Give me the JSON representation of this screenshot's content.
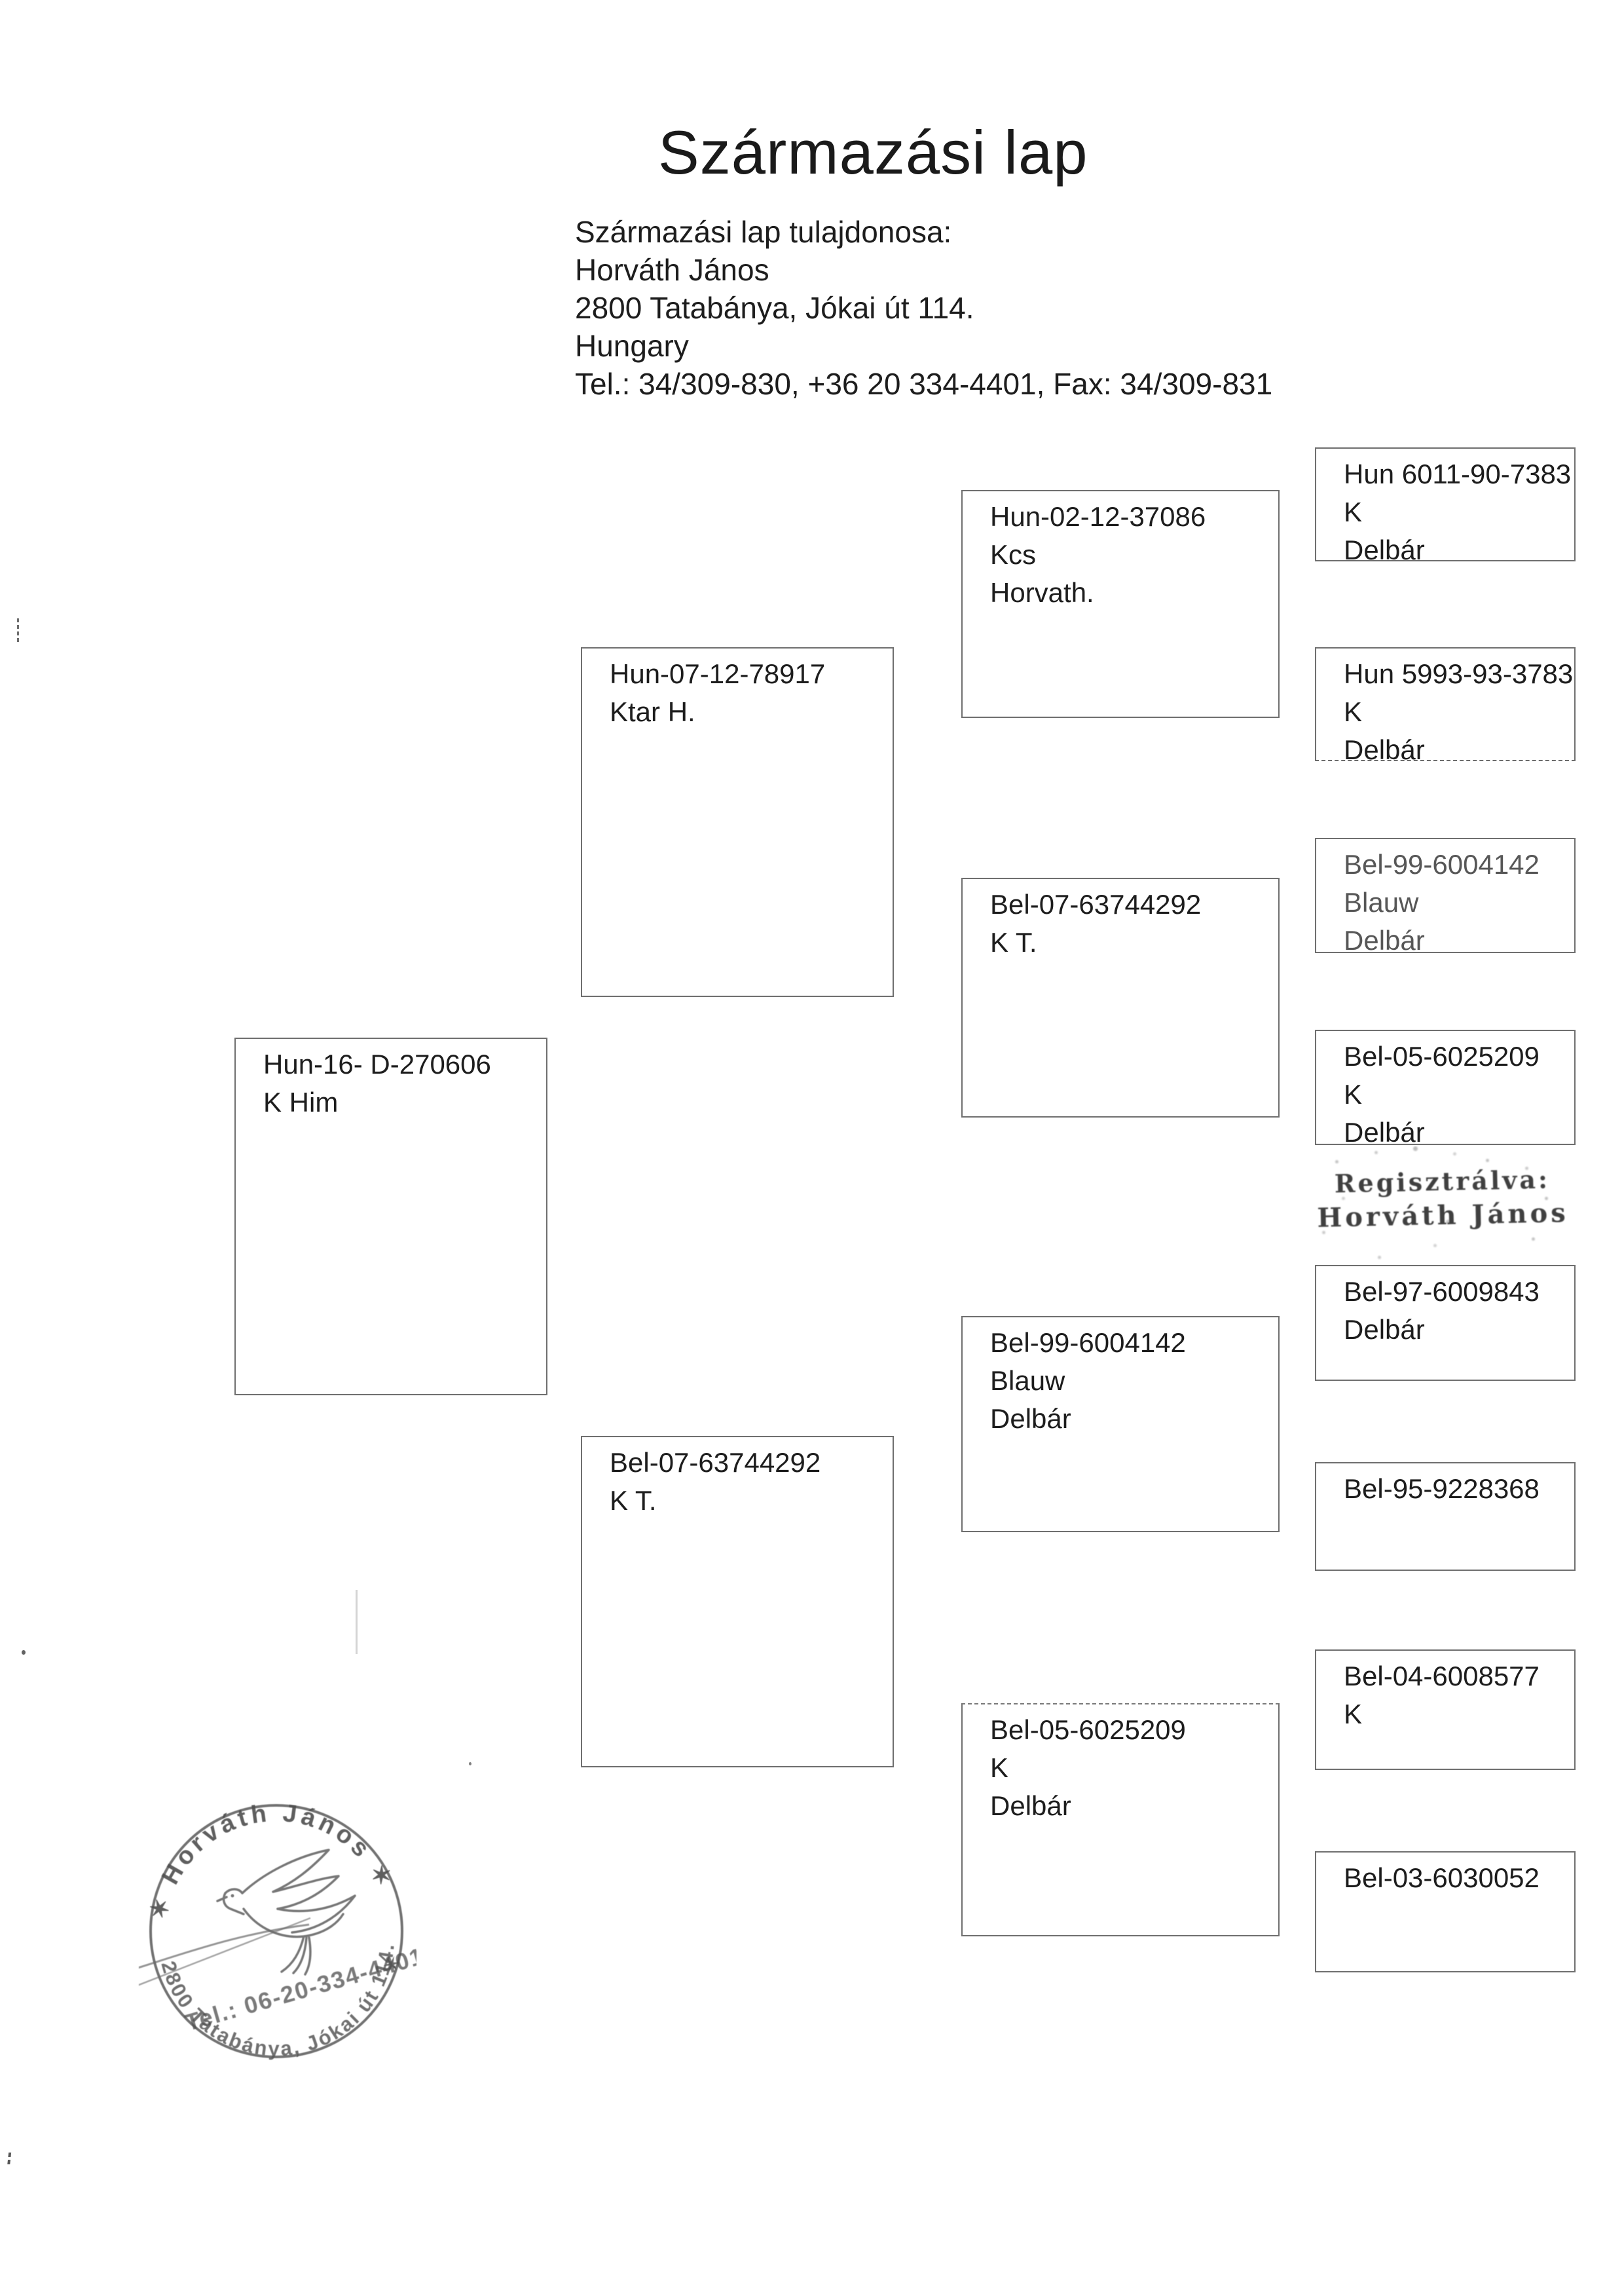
{
  "document": {
    "title": "Származási lap"
  },
  "owner": {
    "heading": "Származási lap tulajdonosa:",
    "name": "Horváth János",
    "address": "2800 Tatabánya, Jókai út 114.",
    "country": "Hungary",
    "phone_line": "Tel.: 34/309-830, +36 20 334-4401, Fax: 34/309-831"
  },
  "pedigree": {
    "subject": {
      "lines": [
        "Hun-16- D-270606",
        "K Him"
      ]
    },
    "gen2": [
      {
        "lines": [
          "Hun-07-12-78917",
          "Ktar H."
        ]
      },
      {
        "lines": [
          "Bel-07-63744292",
          "K T."
        ]
      }
    ],
    "gen3": [
      {
        "lines": [
          "Hun-02-12-37086",
          "Kcs",
          "Horvath."
        ]
      },
      {
        "lines": [
          "Bel-07-63744292",
          "K T."
        ]
      },
      {
        "lines": [
          "Bel-99-6004142",
          "Blauw",
          "Delbár"
        ]
      },
      {
        "lines": [
          "Bel-05-6025209",
          "K",
          "Delbár"
        ]
      }
    ],
    "gen4": [
      {
        "lines": [
          "Hun 6011-90-7383",
          "K",
          "Delbár"
        ]
      },
      {
        "lines": [
          "Hun 5993-93-3783",
          "K",
          "Delbár"
        ]
      },
      {
        "lines": [
          "Bel-99-6004142",
          "Blauw",
          "Delbár"
        ]
      },
      {
        "lines": [
          "Bel-05-6025209",
          "K",
          "Delbár"
        ]
      },
      {
        "lines": [
          "Bel-97-6009843",
          "Delbár"
        ]
      },
      {
        "lines": [
          "Bel-95-9228368"
        ]
      },
      {
        "lines": [
          "Bel-04-6008577",
          "K"
        ]
      },
      {
        "lines": [
          "Bel-03-6030052"
        ]
      }
    ]
  },
  "registration_stamp": {
    "line1": "Regisztrálva:",
    "line2": "Horváth János"
  },
  "round_stamp": {
    "top_text": "✶ Horváth János ✶",
    "bottom_text": "2800 Tatabánya, Jókai út 114.",
    "phone_text": "Tel.: 06-20-334-4401",
    "side_star": "✶"
  }
}
